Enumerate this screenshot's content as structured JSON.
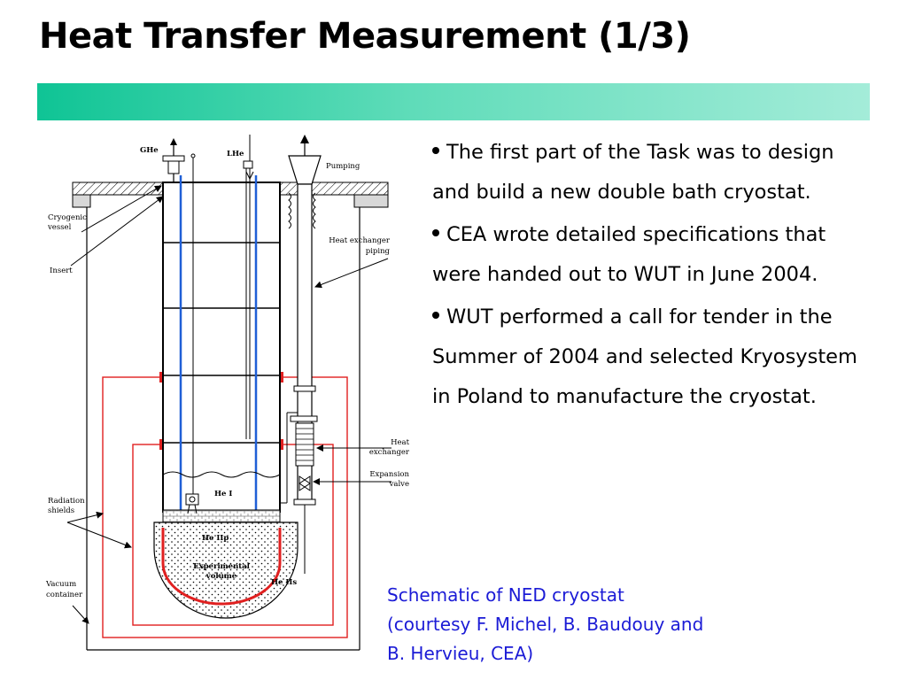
{
  "slide": {
    "title": "Heat Transfer Measurement (1/3)",
    "accent_colors": {
      "bar_start": "#0fc495",
      "bar_end": "#a4ecd9",
      "caption": "#1b1bd6",
      "red": "#e02020",
      "blue": "#1f5fd6"
    }
  },
  "bullets": [
    "The first part of the Task was to design and build a new double bath cryostat.",
    "CEA wrote detailed specifications that were handed out to WUT in June 2004.",
    "WUT performed a call for tender in the Summer of 2004 and selected Kryosystem in Poland to manufacture the cryostat."
  ],
  "caption": {
    "line1": "Schematic of NED cryostat",
    "line2": "(courtesy F. Michel, B. Baudouy and",
    "line3": "B. Hervieu, CEA)"
  },
  "diagram": {
    "labels": {
      "ghe": "GHe",
      "lhe": "LHe",
      "pumping": "Pumping",
      "cryogenic_vessel_1": "Cryogenic",
      "cryogenic_vessel_2": "vessel",
      "insert": "Insert",
      "hx_piping_1": "Heat exchanger",
      "hx_piping_2": "piping",
      "heat_exchanger_1": "Heat",
      "heat_exchanger_2": "exchanger",
      "expansion_valve_1": "Expansion",
      "expansion_valve_2": "valve",
      "radiation_shields_1": "Radiation",
      "radiation_shields_2": "shields",
      "vacuum_container_1": "Vacuum",
      "vacuum_container_2": "container",
      "he_i": "He I",
      "he_iip": "He IIp",
      "experimental_volume_1": "Experimental",
      "experimental_volume_2": "volume",
      "he_iis": "He IIs"
    }
  }
}
